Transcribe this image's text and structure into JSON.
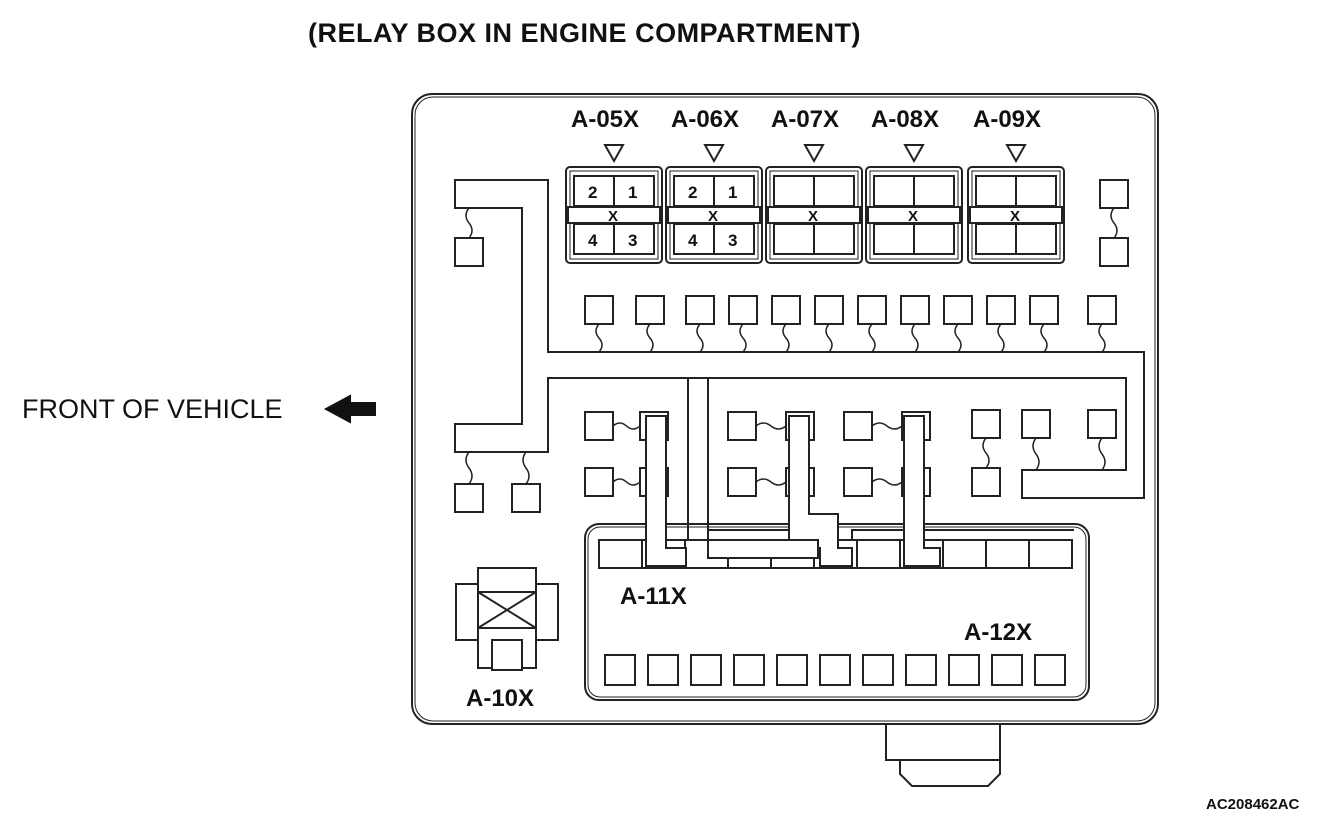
{
  "title": "(RELAY BOX IN ENGINE COMPARTMENT)",
  "front_label": "FRONT OF VEHICLE",
  "figure_code": "AC208462AC",
  "relays_top": [
    {
      "label": "A-05X",
      "pins": [
        "2",
        "1",
        "4",
        "3"
      ]
    },
    {
      "label": "A-06X",
      "pins": [
        "2",
        "1",
        "4",
        "3"
      ]
    },
    {
      "label": "A-07X",
      "pins": []
    },
    {
      "label": "A-08X",
      "pins": []
    },
    {
      "label": "A-09X",
      "pins": []
    }
  ],
  "connector_labels": {
    "a10x": "A-10X",
    "a11x": "A-11X",
    "a12x": "A-12X"
  },
  "relay_marker": "X",
  "icons": {
    "direction": "left-arrow-icon",
    "relay_marker": "down-triangle-icon"
  }
}
